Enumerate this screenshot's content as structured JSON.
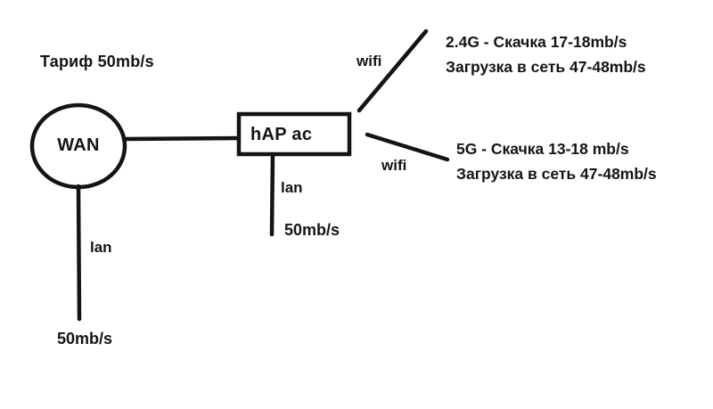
{
  "diagram": {
    "title": "Тариф 50mb/s",
    "stroke_color": "#141414",
    "background_color": "#ffffff",
    "nodes": {
      "wan": {
        "label": "WAN",
        "shape": "circle"
      },
      "router": {
        "label": "hAP ac",
        "shape": "rectangle"
      }
    },
    "link_labels": {
      "wan_lan": "lan",
      "router_lan": "lan",
      "wifi_24": "wifi",
      "wifi_5": "wifi"
    },
    "endpoint_speeds": {
      "wan_lan_speed": "50mb/s",
      "router_lan_speed": "50mb/s"
    },
    "wireless_bands": [
      {
        "name": "band-2-4g",
        "download": "2.4G - Скачка 17-18mb/s",
        "upload": "Загрузка в сеть 47-48mb/s"
      },
      {
        "name": "band-5g",
        "download": "5G - Скачка 13-18 mb/s",
        "upload": "Загрузка в сеть 47-48mb/s"
      }
    ]
  }
}
